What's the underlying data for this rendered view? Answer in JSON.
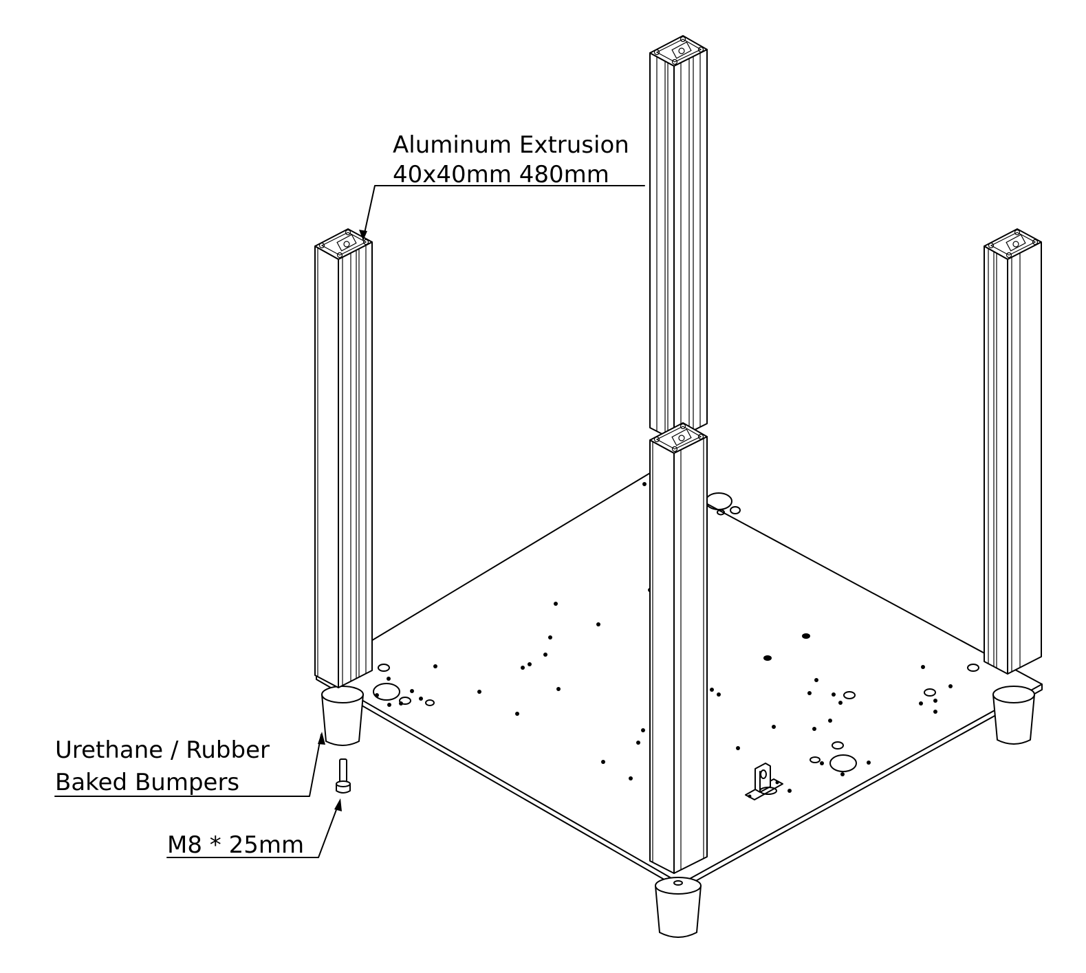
{
  "labels": {
    "extrusion_line1": "Aluminum Extrusion",
    "extrusion_line2": "40x40mm 480mm",
    "bumper_line1": "Urethane / Rubber",
    "bumper_line2": "Baked Bumpers",
    "screw": "M8 * 25mm"
  }
}
